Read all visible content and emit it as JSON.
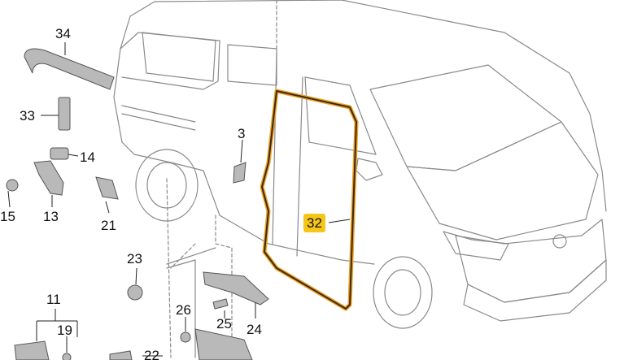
{
  "callouts": [
    {
      "id": "34",
      "text": "34"
    },
    {
      "id": "33",
      "text": "33"
    },
    {
      "id": "3",
      "text": "3"
    },
    {
      "id": "14",
      "text": "14"
    },
    {
      "id": "15",
      "text": "15"
    },
    {
      "id": "13",
      "text": "13"
    },
    {
      "id": "21",
      "text": "21"
    },
    {
      "id": "32",
      "text": "32",
      "highlighted": true
    },
    {
      "id": "23",
      "text": "23"
    },
    {
      "id": "11",
      "text": "11"
    },
    {
      "id": "19",
      "text": "19"
    },
    {
      "id": "22",
      "text": "22"
    },
    {
      "id": "26",
      "text": "26"
    },
    {
      "id": "25",
      "text": "25"
    },
    {
      "id": "24",
      "text": "24"
    }
  ],
  "colors": {
    "line": "#8a8a8a",
    "part": "#b9b9b9",
    "seal": "#3a2a14",
    "seal_outline": "#f0a020",
    "highlight": "#f5c518"
  }
}
